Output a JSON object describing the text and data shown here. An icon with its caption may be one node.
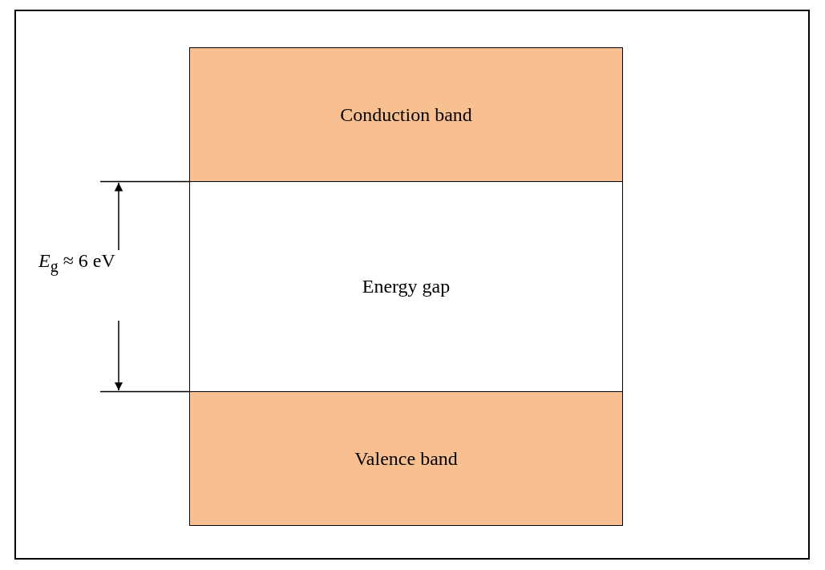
{
  "diagram": {
    "nodes": [
      {
        "text": [
          "Conduction band"
        ]
      },
      {
        "text": [
          "Energy gap"
        ]
      },
      {
        "text": [
          "Valence band"
        ]
      }
    ],
    "labels": [
      "*E*$_{g}$ ≈ 6 eV"
    ]
  }
}
